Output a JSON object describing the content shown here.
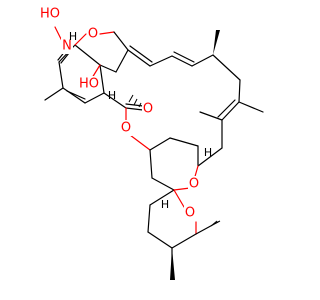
{
  "atom_labels": {
    "oxime_oh": "HO",
    "oxime_n": "N",
    "furan_o": "O",
    "hydroxy": "HO",
    "lactone_o_ring": "O",
    "carbonyl_o": "O",
    "pyran_o": "O",
    "spiro_o": "O"
  },
  "stereo_labels": {
    "h_oxime_c": "H",
    "h_lactone_c": "H",
    "h_pyran_c": "H",
    "h_spiro": "H"
  },
  "colors": {
    "bond": "#000000",
    "heteroatom": "#ff0000"
  }
}
